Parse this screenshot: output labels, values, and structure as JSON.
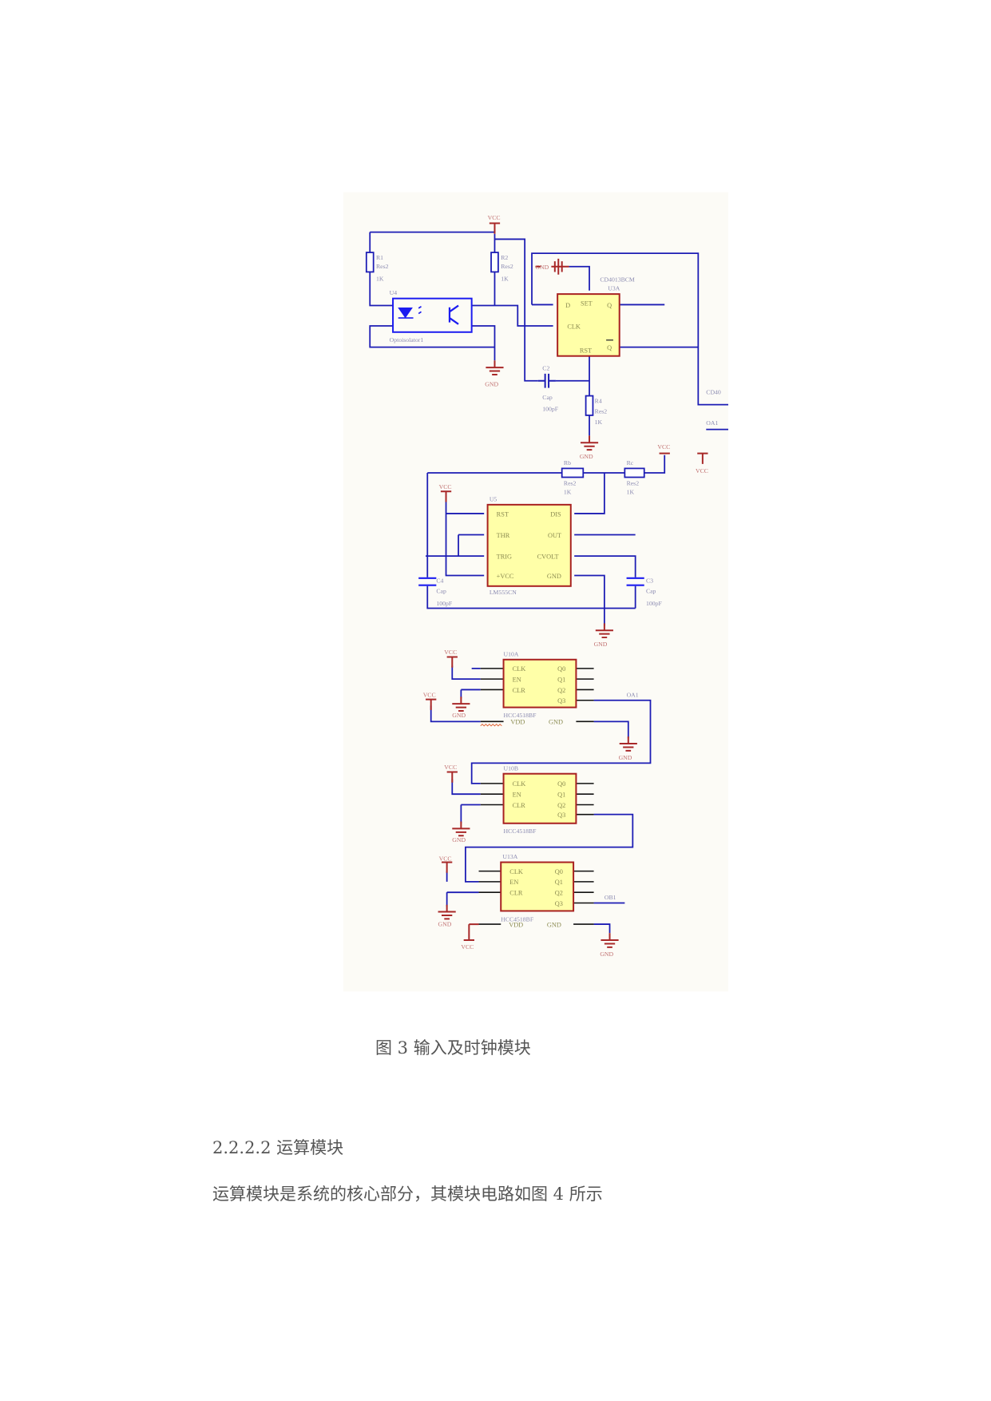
{
  "figure": {
    "caption": "图 3 输入及时钟模块",
    "labels": {
      "vcc": "VCC",
      "gnd": "GND",
      "r1": "R1",
      "r2": "R2",
      "r4": "R4",
      "rb": "Rb",
      "rc": "Rc",
      "res2": "Res2",
      "k1": "1K",
      "u4": "U4",
      "opto": "Optoisolator1",
      "cd4013": "CD4013BCM",
      "u3a": "U3A",
      "c2": "C2",
      "c3": "C3",
      "c4": "C4",
      "cap": "Cap",
      "pf100": "100pF",
      "u5": "U5",
      "lm555": "LM555CN",
      "u10a": "U10A",
      "u10b": "U10B",
      "u13a": "U13A",
      "hcc4518": "HCC4518BF",
      "oa1": "OA1",
      "ob1": "OB1",
      "cd40": "CD40",
      "vdd": "VDD"
    },
    "ff_pins": {
      "d": "D",
      "set": "SET",
      "clk": "CLK",
      "rst": "RST",
      "q": "Q",
      "qn": "Q"
    },
    "timer_pins": {
      "rst": "RST",
      "thr": "THR",
      "trig": "TRIG",
      "vcc": "+VCC",
      "dis": "DIS",
      "out": "OUT",
      "cvolt": "CVOLT",
      "gnd": "GND"
    },
    "counter_pins": {
      "clk": "CLK",
      "en": "EN",
      "clr": "CLR",
      "q0": "Q0",
      "q1": "Q1",
      "q2": "Q2",
      "q3": "Q3"
    }
  },
  "section": {
    "heading": "2.2.2.2 运算模块",
    "paragraph": "运算模块是系统的核心部分，其模块电路如图 4 所示"
  }
}
